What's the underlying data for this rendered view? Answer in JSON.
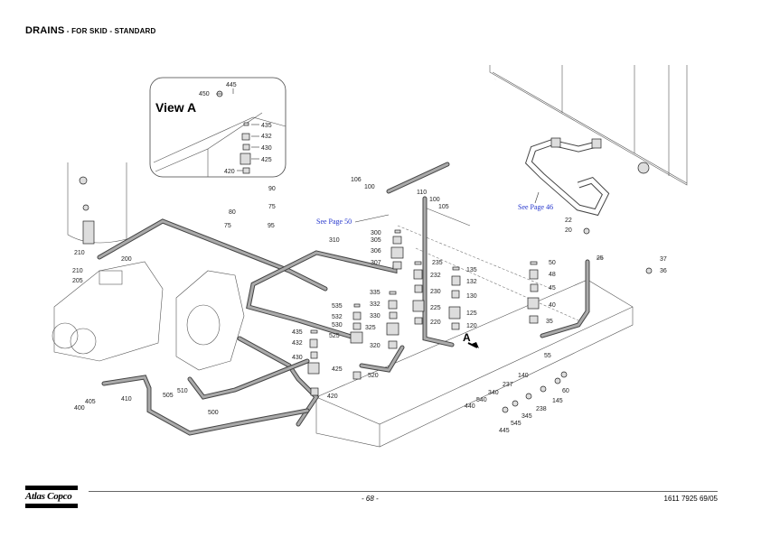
{
  "header": {
    "title_main": "DRAINS",
    "title_sub": " - FOR  SKID - STANDARD"
  },
  "drawing": {
    "view_label": "View A",
    "view_arrow_label": "A",
    "see_page_links": [
      {
        "id": "see50",
        "text": "See Page 50"
      },
      {
        "id": "see46",
        "text": "See Page 46"
      }
    ],
    "view_a_callouts": [
      "445",
      "450",
      "435",
      "432",
      "430",
      "425",
      "420"
    ],
    "callouts": [
      "90",
      "75",
      "80",
      "75",
      "95",
      "106",
      "100",
      "110",
      "100",
      "105",
      "300",
      "305",
      "306",
      "307",
      "310",
      "210",
      "200",
      "210",
      "205",
      "235",
      "232",
      "230",
      "225",
      "220",
      "135",
      "132",
      "130",
      "125",
      "120",
      "335",
      "332",
      "330",
      "325",
      "320",
      "535",
      "532",
      "530",
      "525",
      "520",
      "435",
      "432",
      "430",
      "425",
      "420",
      "22",
      "20",
      "25",
      "37",
      "36",
      "50",
      "48",
      "45",
      "40",
      "35",
      "55",
      "140",
      "237",
      "340",
      "540",
      "440",
      "60",
      "145",
      "238",
      "345",
      "545",
      "445",
      "400",
      "405",
      "410",
      "505",
      "510",
      "500"
    ]
  },
  "footer": {
    "logo_text": "Atlas Copco",
    "page_number": "- 68 -",
    "document_number": "1611 7925 69/05"
  }
}
